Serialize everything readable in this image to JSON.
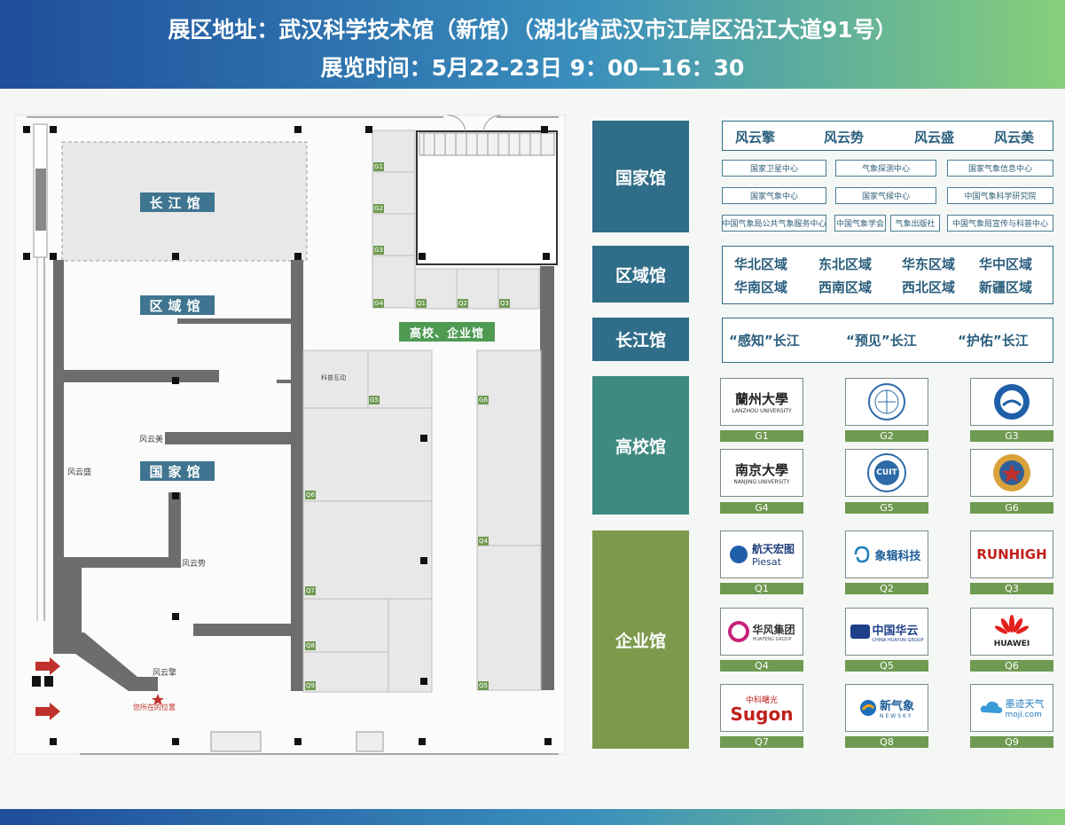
{
  "header": {
    "address_line": "展区地址：武汉科学技术馆（新馆）（湖北省武汉市江岸区沿江大道91号）",
    "time_line": "展览时间：5月22-23日  9：00—16：30"
  },
  "map": {
    "halls": {
      "changjiang": "长江馆",
      "quyu": "区域馆",
      "guojia": "国家馆",
      "gaoxiao_qiye": "高校、企业馆"
    },
    "zones": {
      "fengyunmei": "风云美",
      "fengyunsheng": "风云盛",
      "fengyunshi": "风云势",
      "fengyunqing": "风云擎",
      "kepu": "科普互动"
    },
    "you_are_here": "您所在的位置",
    "booth_codes": [
      "G1",
      "G2",
      "G3",
      "G4",
      "G5",
      "G6",
      "Q1",
      "Q2",
      "Q3",
      "Q4",
      "Q5",
      "Q6",
      "Q7",
      "Q8",
      "Q9"
    ]
  },
  "legend": {
    "guojia": {
      "title": "国家馆",
      "brands": [
        "风云擎",
        "风云势",
        "风云盛",
        "风云美"
      ],
      "units": [
        "国家卫星中心",
        "气象探测中心",
        "国家气象信息中心",
        "国家气象中心",
        "国家气候中心",
        "中国气象科学研究院",
        "中国气象局公共气象服务中心",
        "中国气象学会",
        "气象出版社",
        "中国气象局宣传与科普中心"
      ]
    },
    "quyu": {
      "title": "区域馆",
      "regions": [
        "华北区域",
        "东北区域",
        "华东区域",
        "华中区域",
        "华南区域",
        "西南区域",
        "西北区域",
        "新疆区域"
      ]
    },
    "changjiang": {
      "title": "长江馆",
      "themes": [
        "“感知”长江",
        "“预见”长江",
        "“护佑”长江"
      ]
    },
    "gaoxiao": {
      "title": "高校馆",
      "items": [
        {
          "code": "G1",
          "logo_text": "蘭州大學",
          "logo_sub": "LANZHOU UNIVERSITY"
        },
        {
          "code": "G2",
          "logo_text": "",
          "logo_sub": ""
        },
        {
          "code": "G3",
          "logo_text": "",
          "logo_sub": ""
        },
        {
          "code": "G4",
          "logo_text": "南京大學",
          "logo_sub": "NANJING UNIVERSITY"
        },
        {
          "code": "G5",
          "logo_text": "CUIT",
          "logo_sub": ""
        },
        {
          "code": "G6",
          "logo_text": "",
          "logo_sub": ""
        }
      ]
    },
    "qiye": {
      "title": "企业馆",
      "items": [
        {
          "code": "Q1",
          "logo_text": "航天宏图",
          "logo_sub": "Piesat"
        },
        {
          "code": "Q2",
          "logo_text": "象辑科技",
          "logo_sub": ""
        },
        {
          "code": "Q3",
          "logo_text": "RUNHIGH",
          "logo_sub": ""
        },
        {
          "code": "Q4",
          "logo_text": "华风集团",
          "logo_sub": "HUAFENG GROUP"
        },
        {
          "code": "Q5",
          "logo_text": "中国华云",
          "logo_sub": "CHINA HUAYUN GROUP"
        },
        {
          "code": "Q6",
          "logo_text": "HUAWEI",
          "logo_sub": ""
        },
        {
          "code": "Q7",
          "logo_text": "Sugon",
          "logo_sub": "中科曙光"
        },
        {
          "code": "Q8",
          "logo_text": "新气象",
          "logo_sub": "NEWSKY"
        },
        {
          "code": "Q9",
          "logo_text": "墨迹天气",
          "logo_sub": "moji.com"
        }
      ]
    }
  },
  "colors": {
    "cat_blue": "#2f6d88",
    "cat_teal": "#3f8a80",
    "cat_green": "#7d9a4c",
    "label_green": "#6f9a52",
    "wall": "#6d6d6d",
    "hall_label": "#3f7591"
  }
}
